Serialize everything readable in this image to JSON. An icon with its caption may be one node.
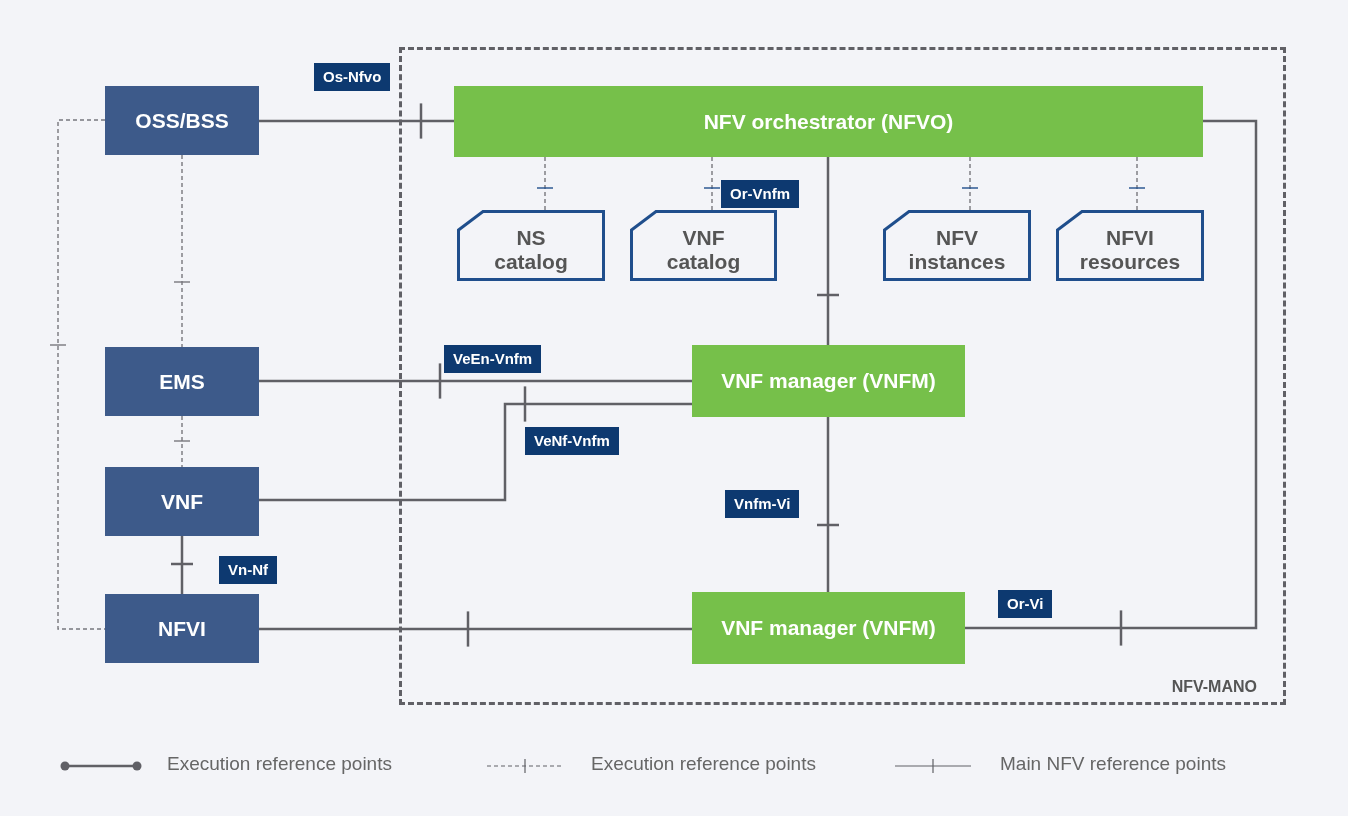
{
  "diagram": {
    "nodes": [
      {
        "text": [
          "NFV-MANO"
        ]
      },
      {
        "text": [
          "OSS/BSS"
        ]
      },
      {
        "text": [
          "EMS"
        ]
      },
      {
        "text": [
          "VNF"
        ]
      },
      {
        "text": [
          "NFVI"
        ]
      },
      {
        "text": [
          "NFV orchestrator (NFVO)"
        ],
        "in": 0
      },
      {
        "text": [
          "NS catalog"
        ],
        "in": 0
      },
      {
        "text": [
          "VNF catalog"
        ],
        "in": 0
      },
      {
        "text": [
          "NFV instances"
        ],
        "in": 0
      },
      {
        "text": [
          "NFVI resources"
        ],
        "in": 0
      },
      {
        "text": [
          "VNF manager (VNFM)"
        ],
        "in": 0
      },
      {
        "text": [
          "VNF manager (VNFM)"
        ],
        "in": 0
      }
    ],
    "edges": [
      {
        "from": 1,
        "to": 5,
        "arrow": "none",
        "label": "Os-Nfvo"
      },
      {
        "from": 1,
        "to": 2,
        "arrow": "none",
        "style": "dashed"
      },
      {
        "from": 1,
        "to": 4,
        "arrow": "none",
        "style": "dashed"
      },
      {
        "from": 2,
        "to": 3,
        "arrow": "none",
        "style": "dashed"
      },
      {
        "from": 3,
        "to": 4,
        "arrow": "none",
        "label": "Vn-Nf"
      },
      {
        "from": 5,
        "to": 6,
        "arrow": "none",
        "style": "dashed"
      },
      {
        "from": 5,
        "to": 7,
        "arrow": "none",
        "style": "dashed"
      },
      {
        "from": 5,
        "to": 8,
        "arrow": "none",
        "style": "dashed"
      },
      {
        "from": 5,
        "to": 9,
        "arrow": "none",
        "style": "dashed"
      },
      {
        "from": 5,
        "to": 10,
        "arrow": "none"
      },
      {
        "from": 2,
        "to": 10,
        "arrow": "none",
        "label": "VeEn-Vnfm"
      },
      {
        "from": 3,
        "to": 10,
        "arrow": "none",
        "label": "VeNf-Vnfm"
      },
      {
        "from": 10,
        "to": 11,
        "arrow": "none",
        "label": "Vnfm-Vi"
      },
      {
        "from": 4,
        "to": 11,
        "arrow": "none"
      },
      {
        "from": 11,
        "to": 5,
        "arrow": "none",
        "label": "Or-Vi"
      }
    ],
    "labels": [
      "Or-Vnfm"
    ],
    "legend": [
      {
        "text": "Execution reference points"
      },
      {
        "text": "Execution reference points"
      },
      {
        "text": "Main NFV reference points"
      }
    ]
  }
}
